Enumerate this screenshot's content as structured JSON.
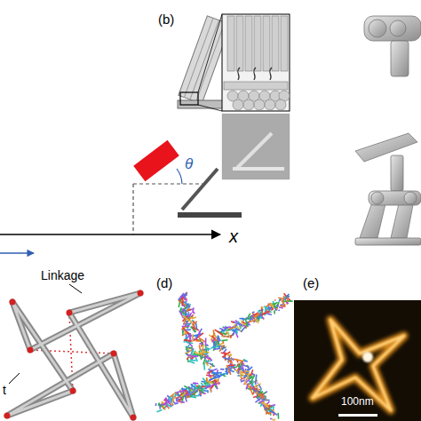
{
  "diagram": {
    "labels": [
      "(b)",
      "θ",
      "x",
      "Linkage",
      "t",
      "(d)",
      "(e)",
      "100nm"
    ]
  }
}
